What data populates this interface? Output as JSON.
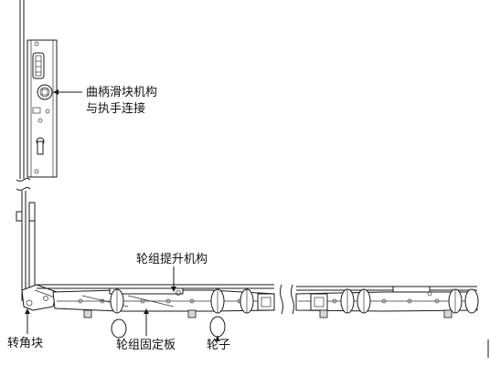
{
  "callouts": {
    "crank_mechanism_line1": "曲柄滑块机构",
    "crank_mechanism_line2": "与执手连接",
    "wheel_lift_mechanism": "轮组提升机构",
    "corner_block": "转角块",
    "wheel_fixing_plate": "轮组固定板",
    "wheel": "轮子"
  },
  "colors": {
    "line": "#1a1a1a",
    "background": "#ffffff"
  }
}
